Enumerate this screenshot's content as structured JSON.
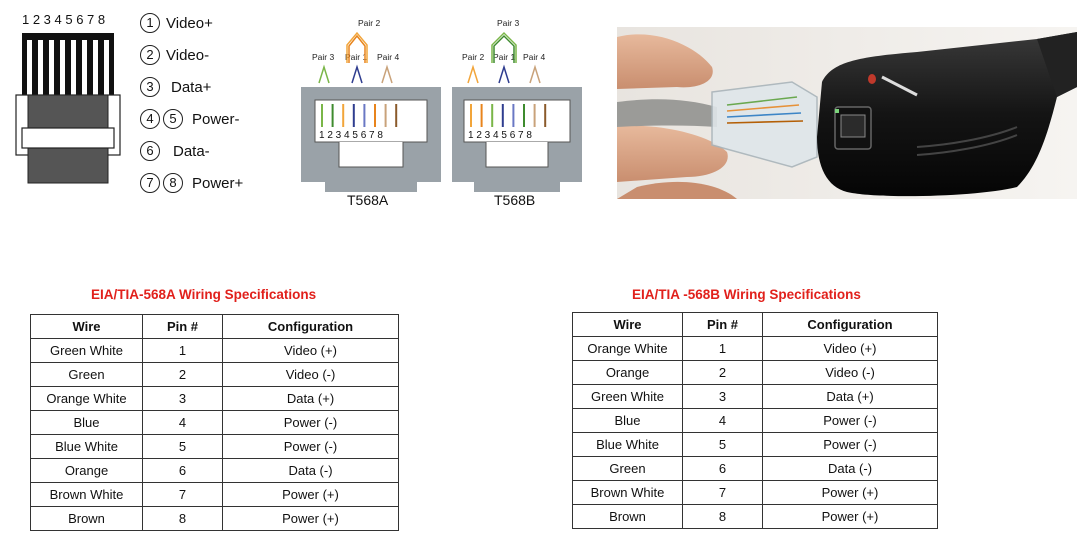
{
  "plug": {
    "pin_numbers": "1 2 3 4 5 6 7 8"
  },
  "legend": [
    {
      "circles": [
        "1"
      ],
      "label": "Video+"
    },
    {
      "circles": [
        "2"
      ],
      "label": "Video-"
    },
    {
      "circles": [
        "3"
      ],
      "label": "Data+"
    },
    {
      "circles": [
        "4",
        "5"
      ],
      "label": "Power-"
    },
    {
      "circles": [
        "6"
      ],
      "label": "Data-"
    },
    {
      "circles": [
        "7",
        "8"
      ],
      "label": "Power+"
    }
  ],
  "jack_a": {
    "name": "T568A",
    "top_pair": "Pair 2",
    "pairs": [
      "Pair 3",
      "Pair 1",
      "Pair 4"
    ],
    "pin_numbers": "1 2 3 4 5 6 7 8",
    "wire_colors": [
      "#7ab648",
      "#3e8b2e",
      "#f2a53a",
      "#2f3d8f",
      "#6a78c4",
      "#e8841c",
      "#c9a27a",
      "#8a5a2b"
    ]
  },
  "jack_b": {
    "name": "T568B",
    "top_pair": "Pair 3",
    "pairs": [
      "Pair 2",
      "Pair 1",
      "Pair 4"
    ],
    "pin_numbers": "1 2 3 4 5 6 7 8",
    "wire_colors": [
      "#f2a53a",
      "#e8841c",
      "#7ab648",
      "#2f3d8f",
      "#6a78c4",
      "#3e8b2e",
      "#c9a27a",
      "#8a5a2b"
    ]
  },
  "table_a": {
    "title": "EIA/TIA-568A Wiring Specifications",
    "headers": [
      "Wire",
      "Pin #",
      "Configuration"
    ],
    "rows": [
      [
        "Green White",
        "1",
        "Video (+)"
      ],
      [
        "Green",
        "2",
        "Video (-)"
      ],
      [
        "Orange White",
        "3",
        "Data (+)"
      ],
      [
        "Blue",
        "4",
        "Power (-)"
      ],
      [
        "Blue White",
        "5",
        "Power (-)"
      ],
      [
        "Orange",
        "6",
        "Data (-)"
      ],
      [
        "Brown White",
        "7",
        "Power (+)"
      ],
      [
        "Brown",
        "8",
        "Power (+)"
      ]
    ]
  },
  "table_b": {
    "title": "EIA/TIA -568B Wiring Specifications",
    "headers": [
      "Wire",
      "Pin #",
      "Configuration"
    ],
    "rows": [
      [
        "Orange White",
        "1",
        "Video (+)"
      ],
      [
        "Orange",
        "2",
        "Video (-)"
      ],
      [
        "Green White",
        "3",
        "Data (+)"
      ],
      [
        "Blue",
        "4",
        "Power (-)"
      ],
      [
        "Blue White",
        "5",
        "Power (-)"
      ],
      [
        "Green",
        "6",
        "Data (-)"
      ],
      [
        "Brown White",
        "7",
        "Power (+)"
      ],
      [
        "Brown",
        "8",
        "Power (+)"
      ]
    ]
  }
}
